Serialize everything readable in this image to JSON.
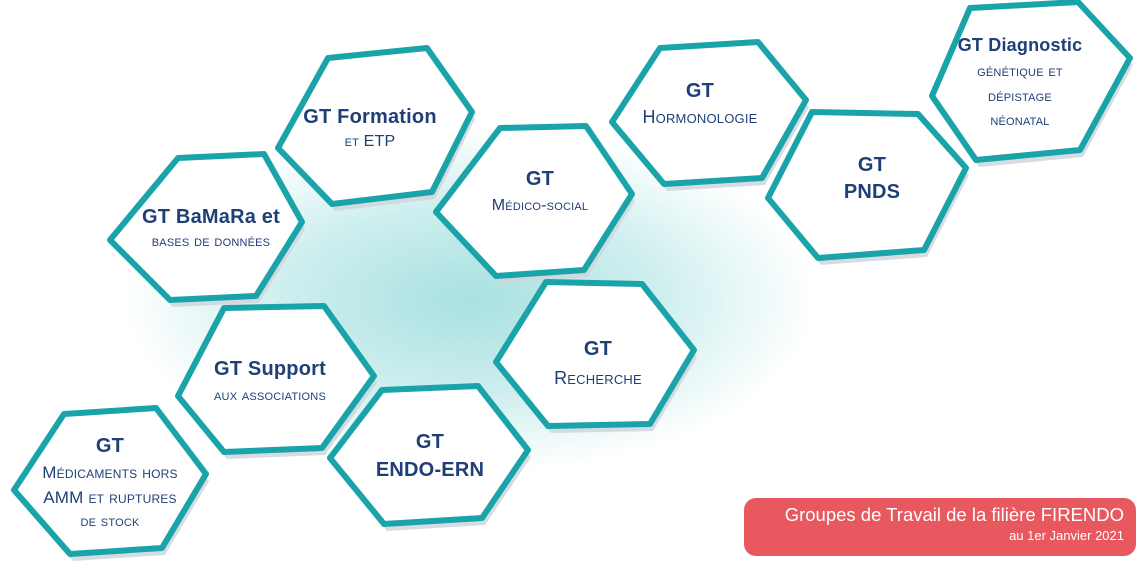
{
  "colors": {
    "hex_stroke": "#1aa4aa",
    "hex_shadow": "#cfd6dc",
    "text": "#1f3f77",
    "legend_bg": "#e8595f"
  },
  "groups": [
    {
      "id": "formation",
      "line1": "GT Formation",
      "line2": "et ETP"
    },
    {
      "id": "hormonologie",
      "line1": "GT",
      "line2": "Hormonologie"
    },
    {
      "id": "diagnostic",
      "line1": "GT Diagnostic",
      "line2": "génétique et",
      "line3": "dépistage",
      "line4": "néonatal"
    },
    {
      "id": "bamara",
      "line1": "GT BaMaRa et",
      "line2": "bases de données"
    },
    {
      "id": "medico",
      "line1": "GT",
      "line2": "Médico-social"
    },
    {
      "id": "pnds",
      "line1": "GT",
      "line2": "PNDS"
    },
    {
      "id": "support",
      "line1": "GT Support",
      "line2": "aux associations"
    },
    {
      "id": "recherche",
      "line1": "GT",
      "line2": "Recherche"
    },
    {
      "id": "endo",
      "line1": "GT",
      "line2": "ENDO-ERN"
    },
    {
      "id": "medicaments",
      "line1": "GT",
      "line2": "Médicaments hors",
      "line3": "AMM et ruptures",
      "line4": "de stock"
    }
  ],
  "legend": {
    "title": "Groupes de Travail de la filière FIRENDO",
    "subtitle": "au 1er Janvier 2021"
  }
}
